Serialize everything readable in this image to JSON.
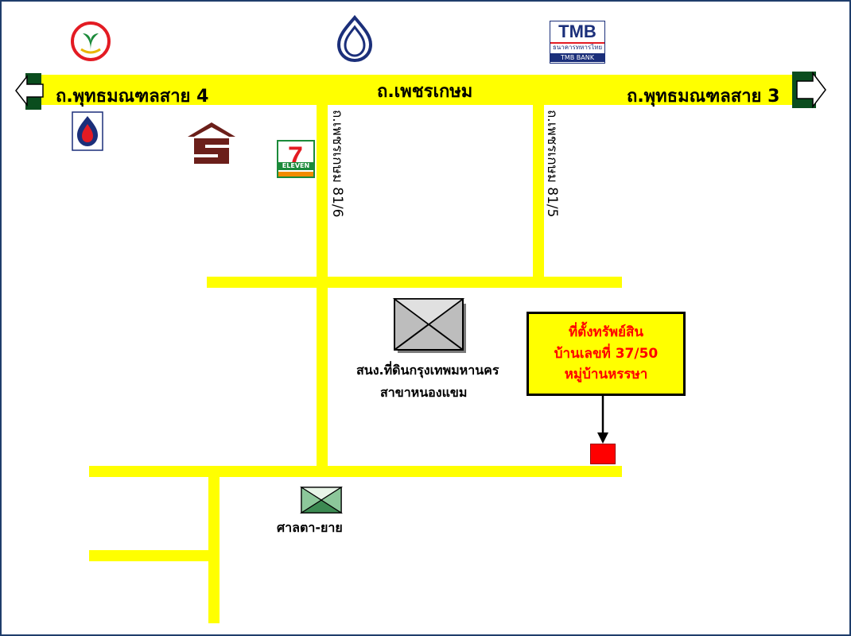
{
  "roads": {
    "main_center": "ถ.เพชรเกษม",
    "main_left": "ถ.พุทธมณฑลสาย 4",
    "main_right": "ถ.พุทธมณฑลสาย 3",
    "soi_left": "ถ.เพชรเกษม 81/6",
    "soi_right": "ถ.เพชรเกษม 81/5"
  },
  "landmarks": {
    "land_office_line1": "สนง.ที่ดินกรุงเทพมหานคร",
    "land_office_line2": "สาขาหนองแขม",
    "shrine": "ศาลตา-ยาย"
  },
  "property": {
    "line1": "ที่ตั้งทรัพย์สิน",
    "line2": "บ้านเลขที่ 37/50",
    "line3": "หมู่บ้านหรรษา"
  },
  "logos": {
    "tmb_name": "TMB",
    "tmb_thai": "ธนาคารทหารไทย",
    "tmb_bank": "TMB BANK",
    "seven_eleven": "ELEVEN"
  },
  "colors": {
    "road": "#ffff00",
    "property_text": "#ff0000",
    "marker": "#ff0000",
    "frame": "#1f3d6b"
  }
}
